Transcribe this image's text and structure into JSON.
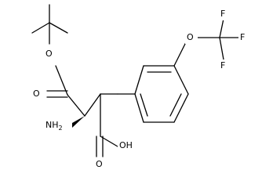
{
  "molecule": {
    "atoms": {
      "ester_oxygen_double": "O",
      "ester_oxygen_single": "O",
      "amine": "NH2",
      "acid_oxygen_double": "O",
      "acid_hydroxyl": "OH",
      "ether_oxygen": "O",
      "fluorine_top": "F",
      "fluorine_right": "F",
      "fluorine_bottom": "F"
    },
    "stereo": {
      "alpha_carbon_wedge": "bold"
    }
  }
}
